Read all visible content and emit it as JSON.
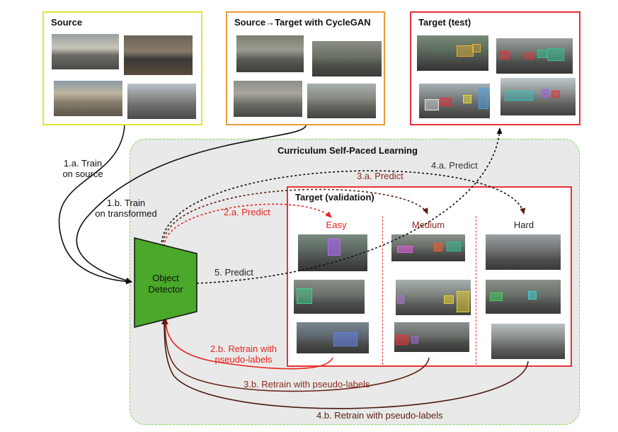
{
  "boxes": {
    "source": "Source",
    "cyclegan": "Source→Target with CycleGAN",
    "target_test": "Target (test)",
    "target_validation": "Target (validation)"
  },
  "curriculum_title": "Curriculum Self-Paced Learning",
  "columns": {
    "easy": "Easy",
    "medium": "Medium",
    "hard": "Hard"
  },
  "detector": {
    "line1": "Object",
    "line2": "Detector"
  },
  "steps": {
    "s1a_l1": "1.a. Train",
    "s1a_l2": "on source",
    "s1b_l1": "1.b. Train",
    "s1b_l2": "on transformed",
    "s2a": "2.a. Predict",
    "s3a": "3.a. Predict",
    "s4a": "4.a. Predict",
    "s5": "5. Predict",
    "s2b_l1": "2.b. Retrain with",
    "s2b_l2": "pseudo-labels",
    "s3b": "3.b. Retrain with pseudo-labels",
    "s4b": "4.b. Retrain with pseudo-labels"
  },
  "colors": {
    "source_border": "#e6e23a",
    "cyclegan_border": "#e89a3a",
    "target_border": "#e8323a",
    "detector_fill": "#4aa82a",
    "easy": "#e8231f",
    "medium": "#8a2b1c",
    "hard": "#222222",
    "curriculum_bg": "#e9e9e9",
    "curriculum_border": "#7ed957"
  }
}
